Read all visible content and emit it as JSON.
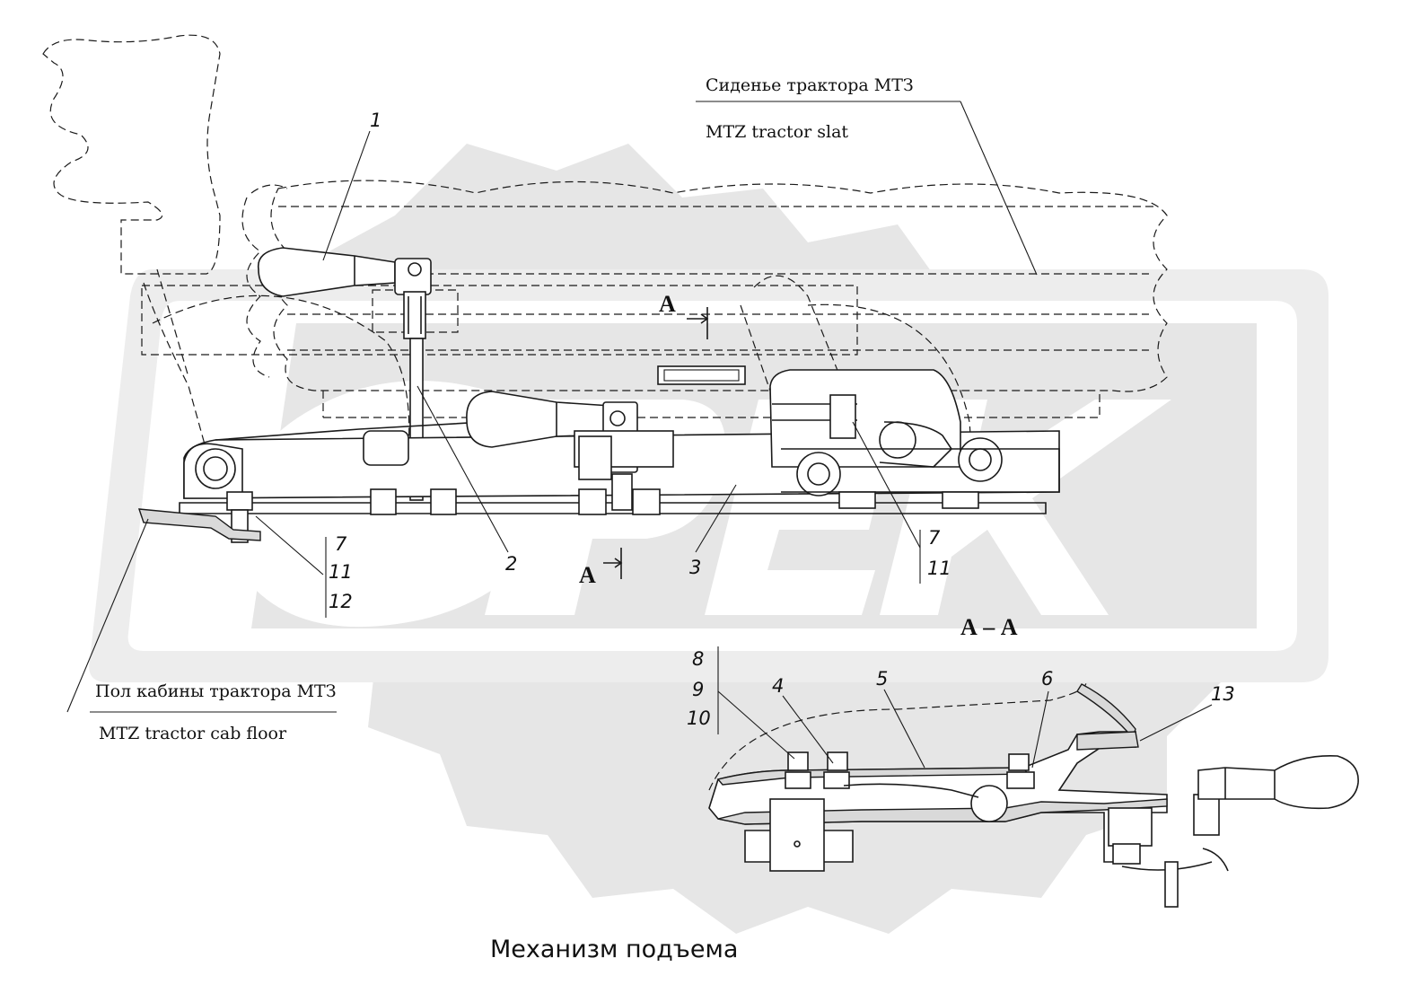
{
  "labels": {
    "seat_ru": "Сиденье трактора МТЗ",
    "seat_en": "MTZ tractor slat",
    "floor_ru": "Пол кабины трактора МТЗ",
    "floor_en": "MTZ tractor cab floor",
    "title": "Механизм подъема",
    "section_mark": "А",
    "section_title": "А – А"
  },
  "callouts": {
    "p1": "1",
    "p2": "2",
    "p3": "3",
    "p4": "4",
    "p5": "5",
    "p6": "6",
    "p7a": "7",
    "p11a": "11",
    "p12": "12",
    "p7b": "7",
    "p11b": "11",
    "p8": "8",
    "p9": "9",
    "p10": "10",
    "p13": "13"
  },
  "colors": {
    "line": "#1a1a1a",
    "watermark": "#e6e6e6",
    "hatch_fill": "#d9d9d9"
  }
}
